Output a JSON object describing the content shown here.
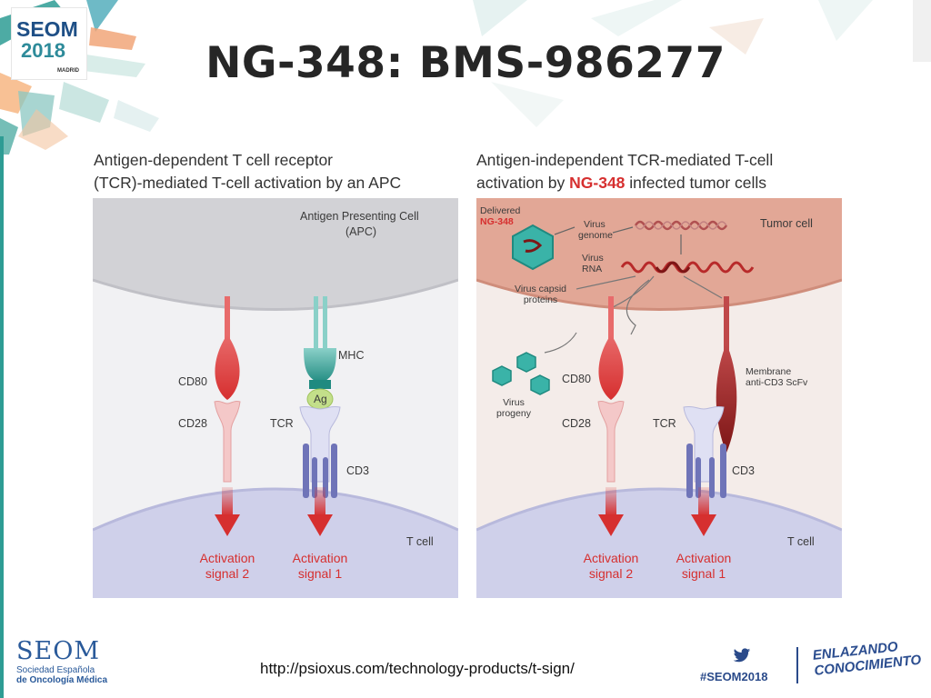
{
  "slide": {
    "title": "NG-348: BMS-986277",
    "logo": {
      "line1": "SEOM",
      "line2": "2018",
      "city": "MADRID"
    },
    "source_url": "http://psioxus.com/technology-products/t-sign/",
    "hashtag": "#SEOM2018",
    "tagline": {
      "line1": "ENLAZANDO",
      "line2": "CONOCIMIENTO"
    },
    "footer_org": {
      "name": "SEOM",
      "line1": "Sociedad Española",
      "line2": "de Oncología Médica"
    },
    "colors": {
      "accent_red": "#d62f2f",
      "teal": "#2e9c94",
      "apc_gray": "#d2d2d6",
      "tumor_salmon": "#e2a796",
      "tcell_lavender": "#cfd0ea"
    }
  },
  "left_panel": {
    "title_line1": "Antigen-dependent T cell receptor",
    "title_line2": "(TCR)-mediated T-cell activation by an APC",
    "cell_top": "Antigen Presenting Cell",
    "cell_top_abbr": "(APC)",
    "cell_bottom": "T cell",
    "labels": {
      "cd80": "CD80",
      "cd28": "CD28",
      "mhc": "MHC",
      "ag": "Ag",
      "tcr": "TCR",
      "cd3": "CD3"
    },
    "signal2": {
      "line1": "Activation",
      "line2": "signal 2"
    },
    "signal1": {
      "line1": "Activation",
      "line2": "signal 1"
    }
  },
  "right_panel": {
    "title_line1": "Antigen-independent TCR-mediated T-cell",
    "title_prefix": "activation by ",
    "title_highlight": "NG-348",
    "title_suffix": " infected tumor cells",
    "cell_top": "Tumor cell",
    "cell_bottom": "T cell",
    "delivered_label": "Delivered",
    "delivered_virus": "NG-348",
    "virus_genome": {
      "line1": "Virus",
      "line2": "genome"
    },
    "virus_rna": {
      "line1": "Virus",
      "line2": "RNA"
    },
    "capsid": {
      "line1": "Virus capsid",
      "line2": "proteins"
    },
    "progeny": {
      "line1": "Virus",
      "line2": "progeny"
    },
    "labels": {
      "cd80": "CD80",
      "cd28": "CD28",
      "tcr": "TCR",
      "cd3": "CD3"
    },
    "membrane": {
      "line1": "Membrane",
      "line2": "anti-CD3 ScFv"
    },
    "signal2": {
      "line1": "Activation",
      "line2": "signal 2"
    },
    "signal1": {
      "line1": "Activation",
      "line2": "signal 1"
    }
  }
}
